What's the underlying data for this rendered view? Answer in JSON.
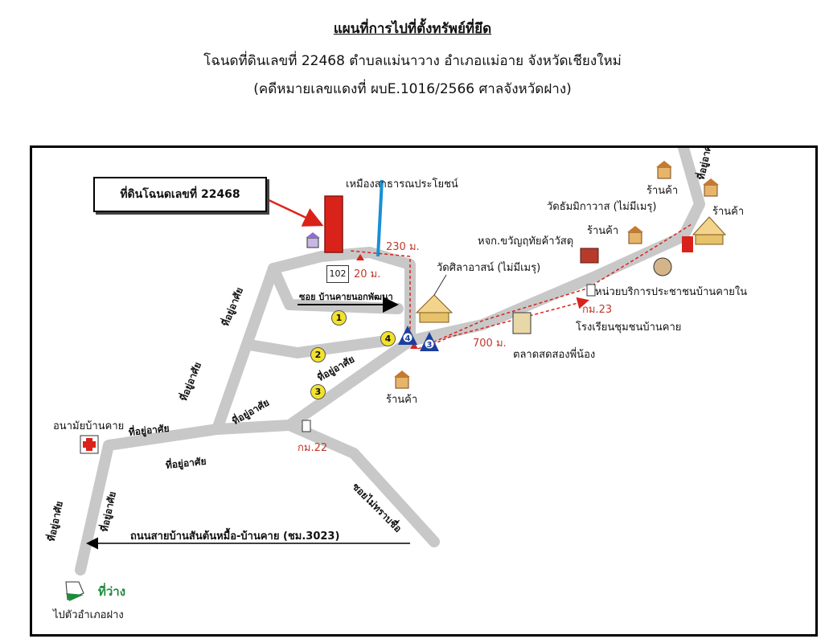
{
  "header": {
    "title": "แผนที่การไปที่ตั้งทรัพย์ที่ยึด",
    "line1": "โฉนดที่ดินเลขที่ 22468  ตำบลแม่นาวาง อำเภอแม่อาย จังหวัดเชียงใหม่",
    "line2": "(คดีหมายเลขแดงที่ ผบE.1016/2566 ศาลจังหวัดฝาง)"
  },
  "map": {
    "land_label": "ที่ดินโฉนดเลขที่ 22468",
    "plot_number": "102",
    "labels": {
      "utility_canal": "เหมืองสาธารณประโยชน์",
      "dist_230": "230 ม.",
      "dist_20": "20 ม.",
      "dist_700": "700 ม.",
      "wat_sila": "วัดศิลาอาสน์ (ไม่มีเมรุ)",
      "wat_sammikawat": "วัดธัมมิกาวาส (ไม่มีเมรุ)",
      "shop_1": "ร้านค้า",
      "shop_2": "ร้านค้า",
      "shop_3": "ร้านค้า",
      "shop_4": "ร้านค้า",
      "hjk": "หจก.ขวัญฤทัยค้าวัสดุ",
      "service_unit": "หน่วยบริการประชาชนบ้านคายใน",
      "km23": "กม.23",
      "school": "โรงเรียนชุมชนบ้านคาย",
      "market": "ตลาดสดสองพี่น้อง",
      "health": "อนามัยบ้านคาย",
      "km22": "กม.22",
      "soi_name": "ซอย บ้านคายนอกพัฒนา",
      "soi_mai_ru": "ซอยไม่ทราบชื่อ",
      "main_road": "ถนนสายบ้านสันต้นหมื้อ-บ้านคาย (ชม.3023)",
      "empty_land": "ที่ว่าง",
      "to_fang": "ไปตัวอำเภอฝาง",
      "residence": "ที่อยู่อาศัย"
    },
    "markers": [
      "1",
      "2",
      "3",
      "4"
    ],
    "circle_markers": [
      "4",
      "3"
    ],
    "colors": {
      "road": "#c8c8c8",
      "land_plot": "#d9231a",
      "canal": "#1a8fd4",
      "route": "#d9231a"
    },
    "icons": [
      "house-icon",
      "shop-icon",
      "temple-icon",
      "red-cross-icon",
      "school-icon",
      "market-icon",
      "gas-station-icon",
      "km-post-icon"
    ]
  }
}
